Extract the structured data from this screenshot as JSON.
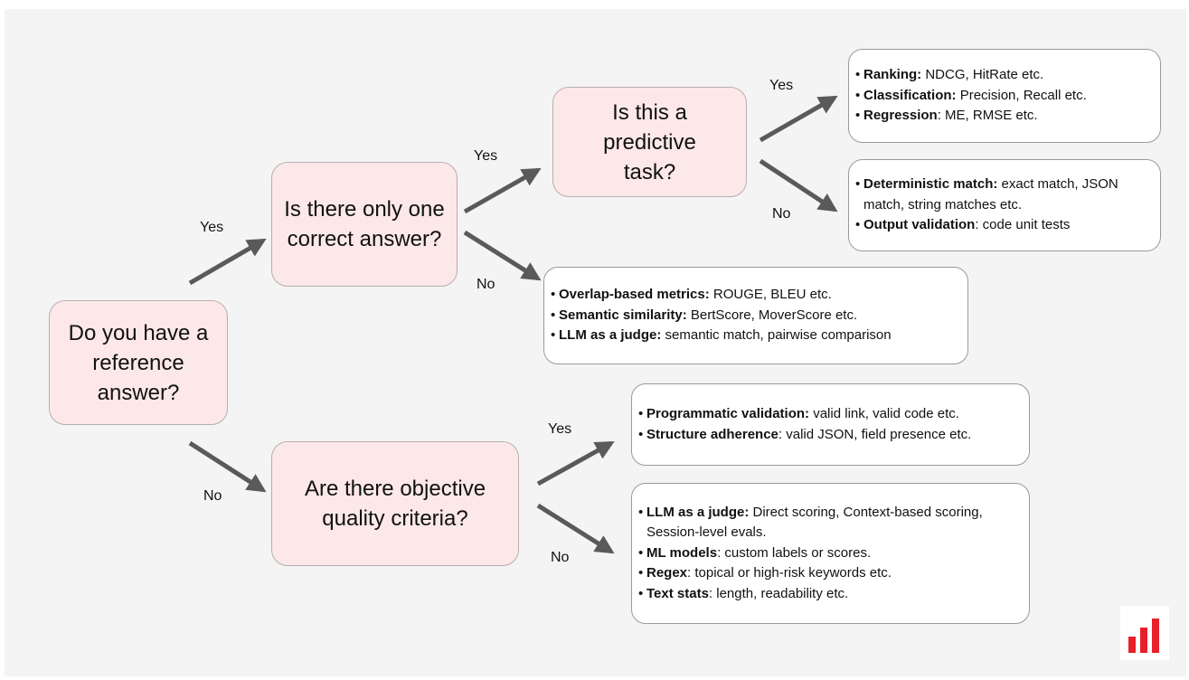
{
  "questions": {
    "q1": "Do you have a reference answer?",
    "q2": "Is there only one correct answer?",
    "q3": "Is this a predictive task?",
    "q4": "Are there objective quality criteria?"
  },
  "edges": {
    "q1_yes": "Yes",
    "q1_no": "No",
    "q2_yes": "Yes",
    "q2_no": "No",
    "q3_yes": "Yes",
    "q3_no": "No",
    "q4_yes": "Yes",
    "q4_no": "No"
  },
  "answers": {
    "predictive": [
      {
        "bold": "Ranking:",
        "text": " NDCG, HitRate etc."
      },
      {
        "bold": "Classification:",
        "text": " Precision, Recall etc."
      },
      {
        "bold": "Regression",
        "text": ": ME, RMSE etc."
      }
    ],
    "nonpredictive": [
      {
        "bold": "Deterministic match:",
        "text": " exact match, JSON match, string matches etc."
      },
      {
        "bold": "Output validation",
        "text": ": code unit tests"
      }
    ],
    "multiple": [
      {
        "bold": "Overlap-based metrics:",
        "text": " ROUGE, BLEU etc."
      },
      {
        "bold": "Semantic similarity:",
        "text": " BertScore, MoverScore etc."
      },
      {
        "bold": "LLM as a judge:",
        "text": " semantic match, pairwise comparison"
      }
    ],
    "objective": [
      {
        "bold": "Programmatic validation:",
        "text": " valid link, valid code etc."
      },
      {
        "bold": "Structure adherence",
        "text": ": valid JSON, field presence etc."
      }
    ],
    "subjective": [
      {
        "bold": "LLM as a judge:",
        "text": " Direct scoring, Context-based scoring, Session-level evals."
      },
      {
        "bold": "ML models",
        "text": ": custom labels or scores."
      },
      {
        "bold": "Regex",
        "text": ": topical or high-risk keywords etc."
      },
      {
        "bold": "Text stats",
        "text": ": length, readability etc."
      }
    ]
  },
  "colors": {
    "question_fill": "#fde8e9",
    "arrow": "#5a5a5a",
    "logo": "#e8202a"
  },
  "logo": {
    "icon": "bar-chart-logo-icon"
  }
}
